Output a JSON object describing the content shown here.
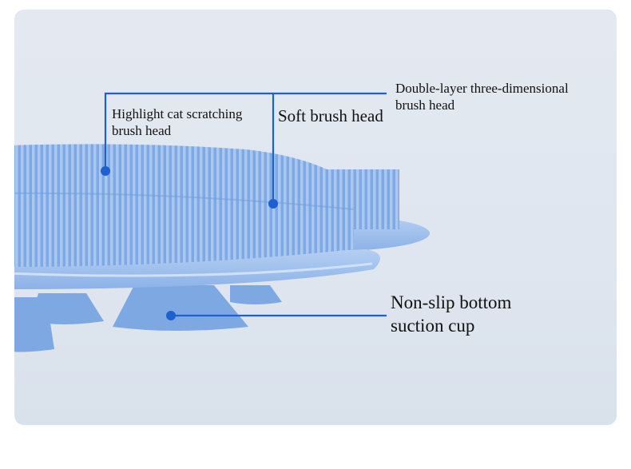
{
  "callouts": {
    "highlight": {
      "line1": "Highlight cat scratching",
      "line2": "brush head"
    },
    "soft": "Soft brush head",
    "double": {
      "line1": "Double-layer three-dimensional",
      "line2": "brush head"
    },
    "nonslip": {
      "line1": "Non-slip bottom",
      "line2": "suction cup"
    }
  },
  "colors": {
    "accent": "#1f5fd0",
    "product": "#8fb6ea"
  }
}
